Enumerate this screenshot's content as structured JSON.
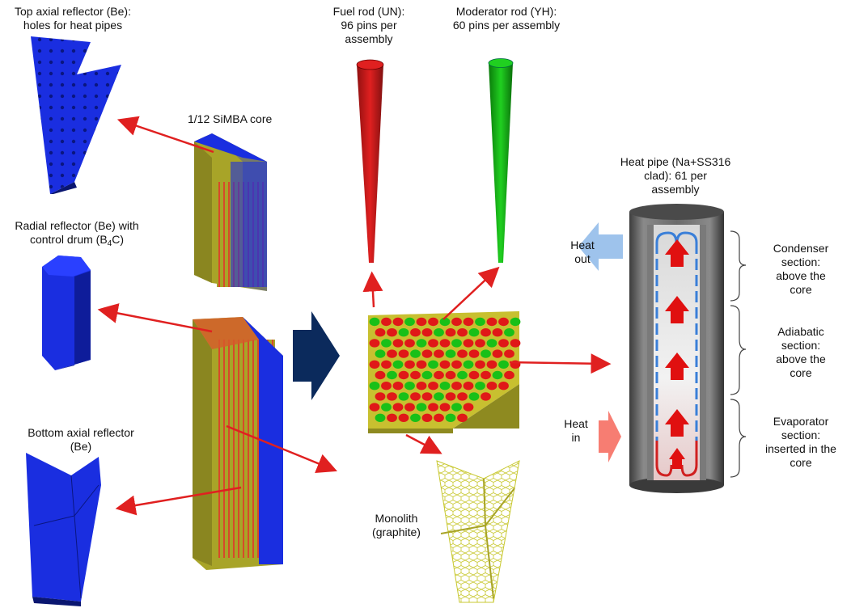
{
  "labels": {
    "top_reflector_line1": "Top axial reflector (Be):",
    "top_reflector_line2": "holes for heat pipes",
    "core_label": "1/12 SiMBA core",
    "radial_line1": "Radial reflector (Be) with",
    "radial_line2_prefix": "control drum (B",
    "radial_line2_sub": "4",
    "radial_line2_suffix": "C)",
    "bottom_line1": "Bottom axial reflector",
    "bottom_line2": "(Be)",
    "fuel_line1": "Fuel rod (UN):",
    "fuel_line2": "96 pins per",
    "fuel_line3": "assembly",
    "moderator_line1": "Moderator rod (YH):",
    "moderator_line2": "60 pins per assembly",
    "heatpipe_line1": "Heat pipe (Na+SS316",
    "heatpipe_line2": "clad): 61 per",
    "heatpipe_line3": "assembly",
    "heat_out_line1": "Heat",
    "heat_out_line2": "out",
    "heat_in_line1": "Heat",
    "heat_in_line2": "in",
    "condenser_line1": "Condenser",
    "condenser_line2": "section:",
    "condenser_line3": "above the",
    "condenser_line4": "core",
    "adiabatic_line1": "Adiabatic",
    "adiabatic_line2": "section:",
    "adiabatic_line3": "above the",
    "adiabatic_line4": "core",
    "evaporator_line1": "Evaporator",
    "evaporator_line2": "section:",
    "evaporator_line3": "inserted in the",
    "evaporator_line4": "core",
    "monolith_line1": "Monolith",
    "monolith_line2": "(graphite)"
  },
  "colors": {
    "reflector_blue": "#1a2ee0",
    "core_yellow": "#a8a428",
    "fuel_red": "#e01818",
    "moderator_green": "#18c018",
    "arrow_red": "#e02020",
    "navy_arrow": "#0b2a5c",
    "heat_out_blue": "#9ec3ec",
    "heat_in_red": "#f77d72",
    "pipe_gray": "#5a5a5a"
  }
}
